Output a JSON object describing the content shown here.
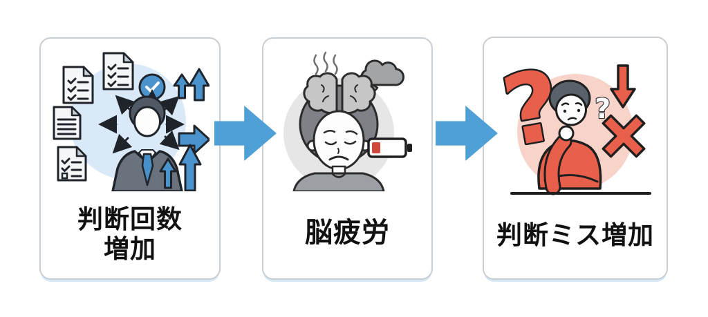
{
  "figure": {
    "type": "process-flow-infographic",
    "direction": "left-to-right",
    "steps": [
      {
        "id": "step-1",
        "caption_line1": "判断回数",
        "caption_line2": "増加",
        "illustration": "overloaded-businessman"
      },
      {
        "id": "step-2",
        "caption": "脳疲労",
        "illustration": "brain-fatigue-person"
      },
      {
        "id": "step-3",
        "caption": "判断ミス増加",
        "illustration": "confused-thinker"
      }
    ]
  },
  "icons": {
    "connector": "solid-right-arrow",
    "step1": [
      "checklist-document",
      "lined-document",
      "checkbox-document",
      "checkmark-circle",
      "up-arrow",
      "right-arrow",
      "radiating-arrows",
      "businessman"
    ],
    "step2": [
      "steam-lines",
      "storm-cloud",
      "exposed-brain",
      "tired-face",
      "low-battery"
    ],
    "step3": [
      "large-question-mark",
      "small-question-mark",
      "down-arrow",
      "cross-mark",
      "thinking-person",
      "desk-line"
    ]
  },
  "colors": {
    "accent_blue": "#4FA0D6",
    "panel_border": "#C9CED3",
    "panel_shadow": "#D8E9F6",
    "illustration_blue": "#4A93CC",
    "illustration_blue_bg": "#D9E9F7",
    "gray_bg": "#E6E6E6",
    "pink_bg": "#F7D3CA",
    "red_accent": "#E8604C",
    "battery_red": "#CE4B3C",
    "outline_dark": "#1F242B",
    "text": "#111111"
  }
}
